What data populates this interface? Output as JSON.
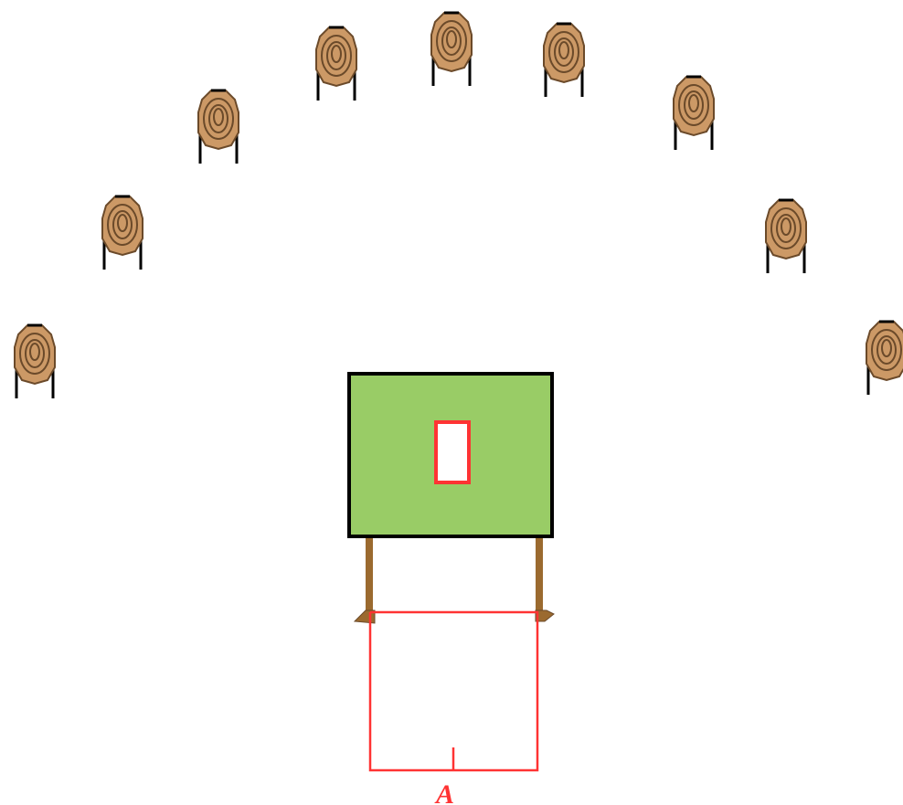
{
  "diagram": {
    "targets": [
      {
        "id": "target-1"
      },
      {
        "id": "target-2"
      },
      {
        "id": "target-3"
      },
      {
        "id": "target-4"
      },
      {
        "id": "target-5"
      },
      {
        "id": "target-6"
      },
      {
        "id": "target-7"
      },
      {
        "id": "target-8"
      },
      {
        "id": "target-9"
      }
    ],
    "barricade": {
      "panel_color": "#99cc66",
      "border_color": "#000000",
      "port_color": "#ff3333",
      "leg_color": "#9b6a2f"
    },
    "shooting_box": {
      "line_color": "#ff3333",
      "dimension_label": "A"
    },
    "target_colors": {
      "face": "#cc9966",
      "ring": "#6b4a2a",
      "post": "#000000"
    }
  }
}
